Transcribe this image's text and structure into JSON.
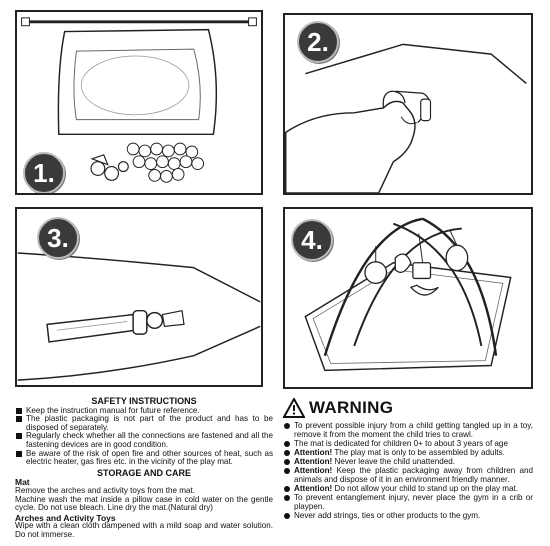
{
  "steps": [
    {
      "number": "1."
    },
    {
      "number": "2."
    },
    {
      "number": "3."
    },
    {
      "number": "4."
    }
  ],
  "safety": {
    "title": "SAFETY INSTRUCTIONS",
    "items": [
      "Keep the instruction manual for future reference.",
      "The plastic packaging is not part of the product and has to be disposed of separately.",
      "Regularly check whether all the connections are fastened and all the fastening devices are in good condition.",
      "Be aware of the risk of open fire and other sources of heat, such as electric heater, gas fires etc. in the vicinity of the play mat."
    ]
  },
  "storage": {
    "title": "STORAGE AND CARE",
    "mat_title": "Mat",
    "mat_lines": [
      "Remove the arches and activity toys from the mat.",
      "Machine wash the mat inside a pillow case in cold water on the gentle cycle. Do not use bleach. Line dry the mat.(Natural dry)"
    ],
    "toys_title": "Arches and Activity Toys",
    "toys_lines": [
      "Wipe with a clean cloth dampened with a mild soap and water solution. Do not immerse."
    ]
  },
  "warning": {
    "title": "WARNING",
    "items": [
      {
        "prefix": "",
        "text": "To prevent possible injury from a child getting tangled up in a toy, remove it from the moment the child tries to crawl."
      },
      {
        "prefix": "",
        "text": "The mat is dedicated for children 0+ to about 3 years of age"
      },
      {
        "prefix": "Attention!",
        "text": " The play mat is only to be assembled by adults."
      },
      {
        "prefix": "Attention!",
        "text": " Never leave the child unattended."
      },
      {
        "prefix": "Attention!",
        "text": " Keep the plastic packaging away from children and animals and dispose of it in an environment friendly manner."
      },
      {
        "prefix": "Attention!",
        "text": " Do not allow your child to stand up on the play mat."
      },
      {
        "prefix": "",
        "text": "To prevent entanglement injury, never place the gym in a crib or playpen."
      },
      {
        "prefix": "",
        "text": "Never add strings, ties or other products to the gym."
      }
    ]
  }
}
